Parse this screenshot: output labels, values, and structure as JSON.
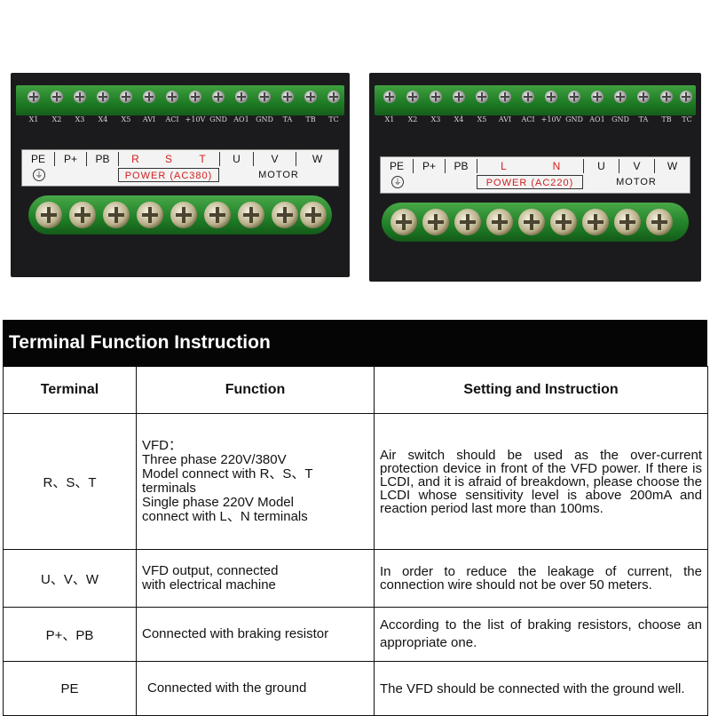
{
  "terminal_panels": [
    {
      "control_terminals": [
        "X1",
        "X2",
        "X3",
        "X4",
        "X5",
        "AVI",
        "ACI",
        "+10V",
        "GND",
        "AO1",
        "GND",
        "TA",
        "TB",
        "TC"
      ],
      "power_terminals": [
        "PE",
        "P+",
        "PB",
        "R",
        "S",
        "T",
        "U",
        "V",
        "W"
      ],
      "power_label": "POWER (AC380)",
      "motor_label": "MOTOR",
      "ground_symbol": "⏚"
    },
    {
      "control_terminals": [
        "X1",
        "X2",
        "X3",
        "X4",
        "X5",
        "AVI",
        "ACI",
        "+10V",
        "GND",
        "AO1",
        "GND",
        "TA",
        "TB",
        "TC"
      ],
      "power_terminals": [
        "PE",
        "P+",
        "PB",
        "L",
        "N",
        "U",
        "V",
        "W"
      ],
      "power_label": "POWER (AC220)",
      "motor_label": "MOTOR",
      "ground_symbol": "⏚"
    }
  ],
  "table": {
    "title": "Terminal Function Instruction",
    "headers": [
      "Terminal",
      "Function",
      "Setting and Instruction"
    ],
    "rows": [
      {
        "terminal": "R、S、T",
        "function": [
          "VFD：",
          "Three phase 220V/380V",
          "Model connect with R、S、T",
          "terminals",
          "Single phase 220V Model",
          "connect with L、N terminals"
        ],
        "instruction": "Air switch should be used as the over-current protection device in front of the VFD power. If there is LCDI, and it is afraid of breakdown, please choose the LCDI whose sensitivity level is above 200mA and reaction period last more than 100ms."
      },
      {
        "terminal": "U、V、W",
        "function": [
          "VFD output, connected",
          "with electrical machine"
        ],
        "instruction": "In order to reduce the leakage of current, the connection wire should not be over 50 meters."
      },
      {
        "terminal": "P+、PB",
        "function": [
          "Connected with braking resistor"
        ],
        "instruction": "According to the list of braking resistors, choose an appropriate one."
      },
      {
        "terminal": "PE",
        "function": [
          "Connected with the ground"
        ],
        "instruction": "The VFD should be connected with the ground well."
      }
    ]
  }
}
